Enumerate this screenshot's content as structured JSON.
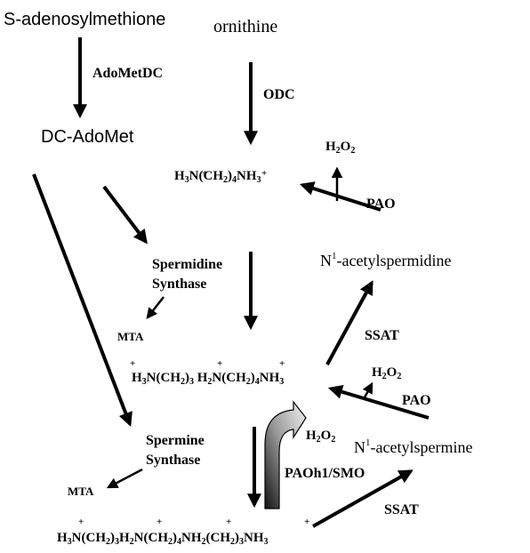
{
  "nodes": {
    "sam": "S-adenosylmethione",
    "ornithine": "ornithine",
    "dc_adomet": "DC-AdoMet",
    "putrescine": "H3N(CH2)4NH3",
    "spermidine": "H3N(CH2)3 H2N(CH2)4NH3",
    "spermine": "H3N(CH2)3H2N(CH2)4NH2(CH2)3NH3",
    "acetylspermidine": "N1-acetylspermidine",
    "acetylspermine": "N1-acetylspermine",
    "mta_1": "MTA",
    "mta_2": "MTA",
    "h2o2_1": "H2O2",
    "h2o2_2": "H2O2",
    "h2o2_3": "H2O2"
  },
  "enzymes": {
    "adometdc": "AdoMetDC",
    "odc": "ODC",
    "spd_synthase_1": "Spermidine",
    "spd_synthase_2": "Synthase",
    "spm_synthase_1": "Spermine",
    "spm_synthase_2": "Synthase",
    "pao_1": "PAO",
    "pao_2": "PAO",
    "ssat_1": "SSAT",
    "ssat_2": "SSAT",
    "paoh1": "PAOh1/SMO"
  }
}
